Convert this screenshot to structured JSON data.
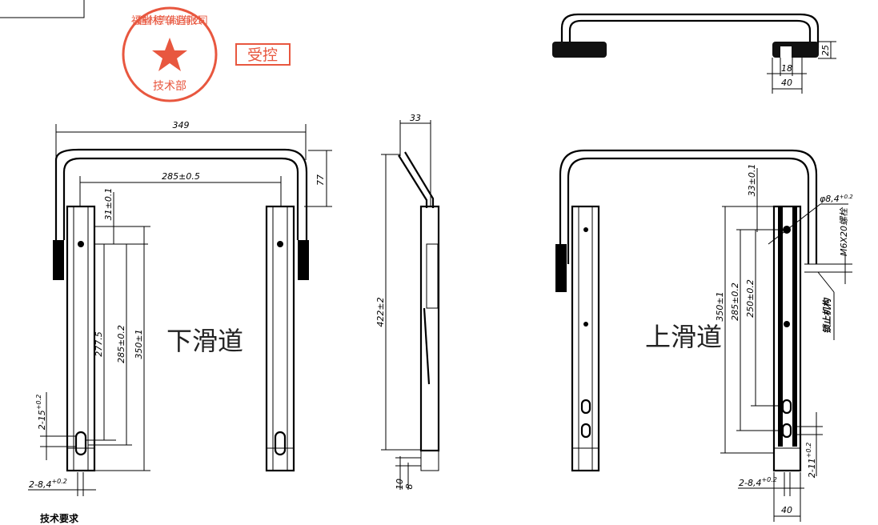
{
  "stamp": {
    "ring_text": "福建省林德汽车制造有限公司",
    "department": "技术部",
    "control_mark": "受控",
    "color": "#e8573f"
  },
  "left_view": {
    "label": "下滑道",
    "dims": {
      "overall_width": "349",
      "inner_width": "285±0.5",
      "handle_height": "77",
      "top_offset": "31±0.1",
      "d1": "277.5",
      "d2": "285±0.2",
      "d3": "350±1",
      "slot": "2-15",
      "slot_tol": "+0.2",
      "slot_tol_low": "0",
      "hole": "2-8,4",
      "hole_tol": "+0.2",
      "hole_tol_low": "0"
    }
  },
  "side_view": {
    "dims": {
      "offset": "33",
      "height": "422±2",
      "b1": "10",
      "b2": "8"
    }
  },
  "top_view": {
    "dims": {
      "height": "25",
      "inner": "18",
      "width": "40"
    }
  },
  "right_view": {
    "label": "上滑道",
    "dims": {
      "top_offset": "33±0.1",
      "hole_note": "φ8,4",
      "hole_note_tol": "+0.2",
      "bolt": "M6X20螺栓",
      "d1": "350±1",
      "d2": "285±0.2",
      "d3": "250±0.2",
      "slot": "2-11",
      "slot_tol": "+0.2",
      "hole": "2-8,4",
      "hole_tol": "+0.2",
      "width": "40",
      "leader_note": "锁止机构"
    }
  },
  "footer_note": "技术要求"
}
